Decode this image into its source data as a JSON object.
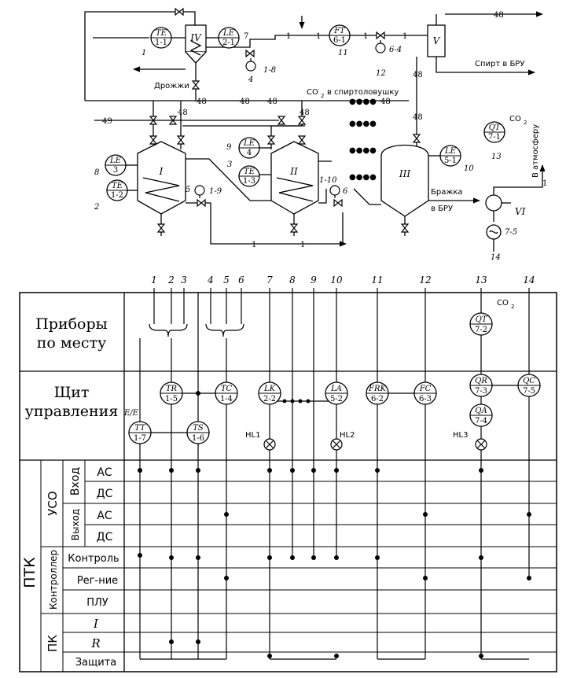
{
  "process": {
    "vessels": {
      "I": "I",
      "II": "II",
      "III": "III",
      "IV": "IV",
      "V": "V",
      "VI": "VI"
    },
    "streams": {
      "yeast": "Дрожжи",
      "co2_prefix": "CO",
      "co2_sub": "2",
      "co2_trap": "в спиртоловушку",
      "spirit_bru": "Спирт в БРУ",
      "mash": "Бражка",
      "mash_bru": "в БРУ",
      "atmosphere": "В атмосферу",
      "co2_label": "CO"
    },
    "instruments": [
      {
        "id": "te11",
        "l1": "TE",
        "l2": "1-1"
      },
      {
        "id": "le21",
        "l1": "LE",
        "l2": "2-1"
      },
      {
        "id": "ft61",
        "l1": "FT",
        "l2": "6-1"
      },
      {
        "id": "le3",
        "l1": "LE",
        "l2": "3"
      },
      {
        "id": "te12",
        "l1": "TE",
        "l2": "1-2"
      },
      {
        "id": "le4",
        "l1": "LE",
        "l2": "4"
      },
      {
        "id": "te13",
        "l1": "TE",
        "l2": "1-3"
      },
      {
        "id": "le51",
        "l1": "LE",
        "l2": "5-1"
      },
      {
        "id": "qt71",
        "l1": "QT",
        "l2": "7-1"
      }
    ],
    "numbers": {
      "n48": "48",
      "n49": "49",
      "n1": "1",
      "n7": "7",
      "n18": "1-8",
      "n4": "4",
      "n11": "11",
      "n64": "6-4",
      "n12": "12",
      "n8": "8",
      "n2": "2",
      "n9": "9",
      "n3": "3",
      "n5": "5",
      "n19": "1-9",
      "n110": "1-10",
      "n6": "6",
      "n10": "10",
      "n13": "13",
      "n75": "7-5",
      "n14": "14",
      "dots": "●●●●"
    }
  },
  "table": {
    "col_numbers": [
      "1",
      "2",
      "3",
      "4",
      "5",
      "6",
      "7",
      "8",
      "9",
      "10",
      "11",
      "12",
      "13",
      "14"
    ],
    "rows": {
      "field_devices": [
        "Приборы",
        "по месту"
      ],
      "control_panel": [
        "Щит",
        "управления"
      ],
      "ptk": "ПТК",
      "uso": "УСО",
      "input": "Вход",
      "output": "Выход",
      "ac": "АС",
      "dc": "ДС",
      "controller": "Контроллер",
      "control": "Контроль",
      "regulation": "Рег-ние",
      "plu": "ПЛУ",
      "pk": "ПК",
      "i": "I",
      "r": "R",
      "protection": "Защита"
    },
    "qt72": {
      "l1": "QT",
      "l2": "7-2"
    },
    "co2": "CO",
    "ee": "E/E",
    "panel_instruments": [
      {
        "id": "tt17",
        "l1": "TT",
        "l2": "1-7"
      },
      {
        "id": "tr15",
        "l1": "TR",
        "l2": "1-5"
      },
      {
        "id": "ts16",
        "l1": "TS",
        "l2": "1-6"
      },
      {
        "id": "tc14",
        "l1": "TC",
        "l2": "1-4"
      },
      {
        "id": "lk22",
        "l1": "LK",
        "l2": "2-2"
      },
      {
        "id": "la52",
        "l1": "LA",
        "l2": "5-2"
      },
      {
        "id": "frk62",
        "l1": "FRK",
        "l2": "6-2"
      },
      {
        "id": "fc63",
        "l1": "FC",
        "l2": "6-3"
      },
      {
        "id": "qr73",
        "l1": "QR",
        "l2": "7-3"
      },
      {
        "id": "qa74",
        "l1": "QA",
        "l2": "7-4"
      },
      {
        "id": "qc75",
        "l1": "QC",
        "l2": "7-5"
      }
    ],
    "lamps": {
      "hl1": "HL1",
      "hl2": "HL2",
      "hl3": "HL3"
    }
  }
}
